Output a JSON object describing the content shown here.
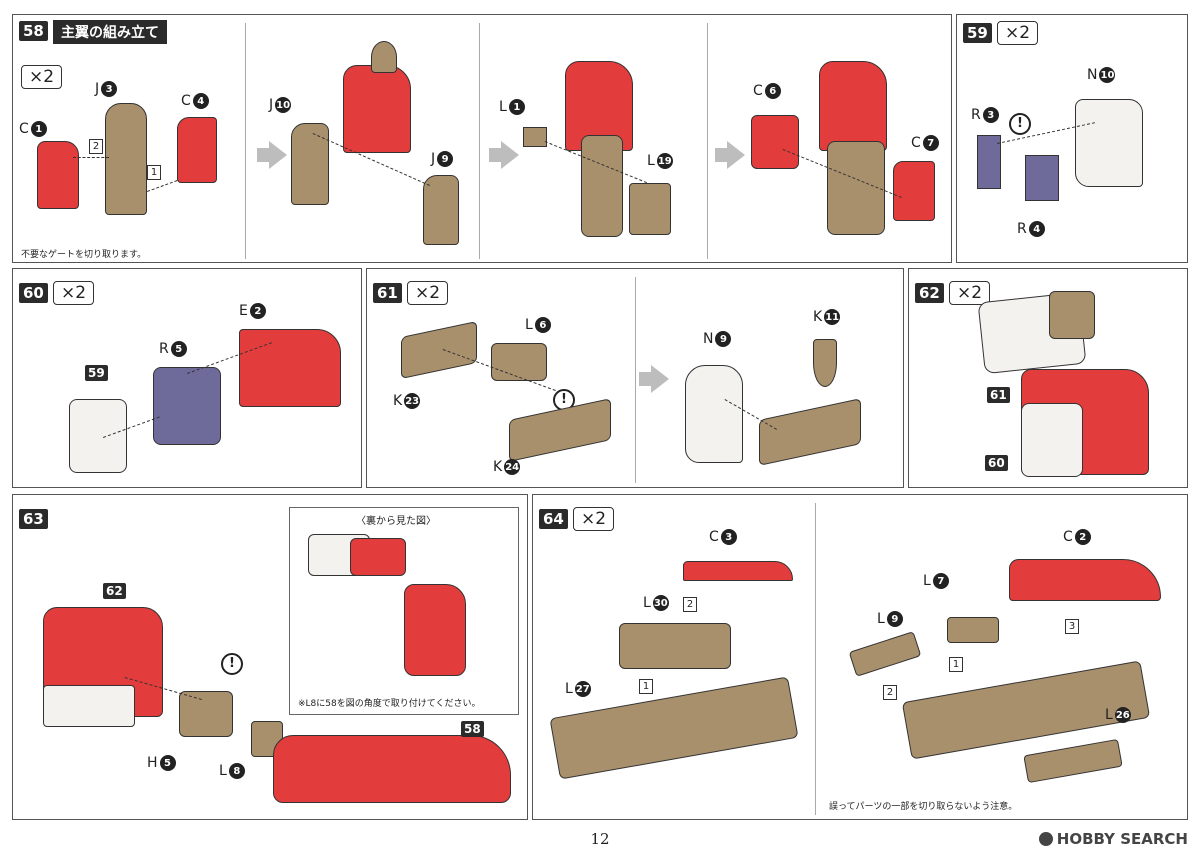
{
  "steps": {
    "s58": {
      "no": "58",
      "title": "主翼の組み立て",
      "mult": "×2",
      "note": "不要なゲートを切り取ります。",
      "labels": {
        "c1": "C",
        "c1n": "1",
        "j3": "J",
        "j3n": "3",
        "c4": "C",
        "c4n": "4",
        "j10": "J",
        "j10n": "10",
        "j9": "J",
        "j9n": "9",
        "l1": "L",
        "l1n": "1",
        "l19": "L",
        "l19n": "19",
        "c6": "C",
        "c6n": "6",
        "c7": "C",
        "c7n": "7"
      },
      "substep1": "1",
      "substep2": "2"
    },
    "s59": {
      "no": "59",
      "mult": "×2",
      "labels": {
        "n10": "N",
        "n10n": "10",
        "r3": "R",
        "r3n": "3",
        "r4": "R",
        "r4n": "4"
      }
    },
    "s60": {
      "no": "60",
      "mult": "×2",
      "ref": "59",
      "labels": {
        "e2": "E",
        "e2n": "2",
        "r5": "R",
        "r5n": "5"
      }
    },
    "s61": {
      "no": "61",
      "mult": "×2",
      "labels": {
        "l6": "L",
        "l6n": "6",
        "k23": "K",
        "k23n": "23",
        "k24": "K",
        "k24n": "24",
        "n9": "N",
        "n9n": "9",
        "k11": "K",
        "k11n": "11"
      }
    },
    "s62": {
      "no": "62",
      "mult": "×2",
      "ref61": "61",
      "ref60": "60"
    },
    "s63": {
      "no": "63",
      "ref62": "62",
      "ref58": "58",
      "inset_title": "〈裏から見た図〉",
      "inset_note": "※L8に58を図の角度で取り付けてください。",
      "labels": {
        "h5": "H",
        "h5n": "5",
        "l8": "L",
        "l8n": "8"
      }
    },
    "s64": {
      "no": "64",
      "mult": "×2",
      "note": "誤ってパーツの一部を切り取らないよう注意。",
      "labels": {
        "c3": "C",
        "c3n": "3",
        "l30": "L",
        "l30n": "30",
        "l27": "L",
        "l27n": "27",
        "c2": "C",
        "c2n": "2",
        "l7": "L",
        "l7n": "7",
        "l9": "L",
        "l9n": "9",
        "l26": "L",
        "l26n": "26"
      },
      "substeps": [
        "1",
        "2",
        "3"
      ]
    }
  },
  "page_number": "12",
  "watermark": "HOBBY SEARCH",
  "colors": {
    "red": "#e23c3c",
    "tan": "#a8906c",
    "purple": "#6e6a9a",
    "white": "#f4f2ee",
    "dark": "#2b2b2b"
  }
}
